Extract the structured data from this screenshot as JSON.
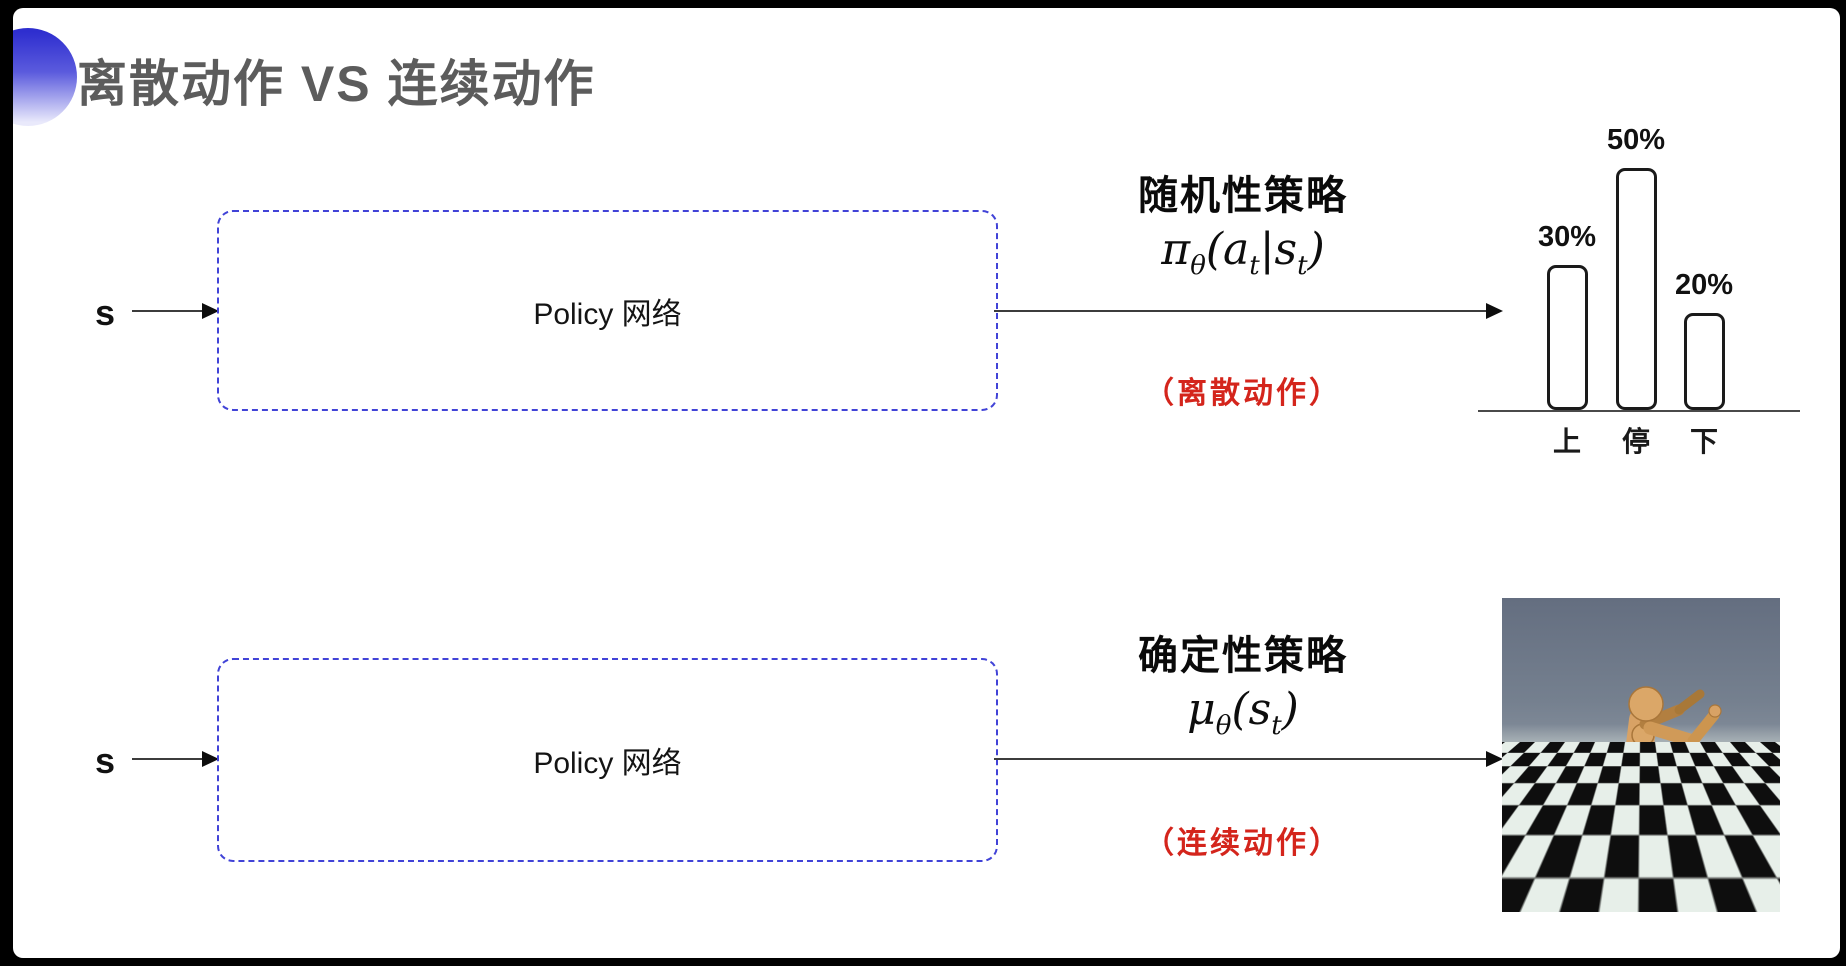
{
  "slide": {
    "title": "离散动作 VS 连续动作"
  },
  "rows": {
    "stochastic": {
      "input_label": "s",
      "box_label": "Policy 网络",
      "policy_title": "随机性策略",
      "formula": {
        "base1": "π",
        "sub1": "θ",
        "base2": "(a",
        "sub2": "t",
        "base3": "|s",
        "sub3": "t",
        "base4": ")"
      },
      "action_type": "（离散动作）"
    },
    "deterministic": {
      "input_label": "s",
      "box_label": "Policy 网络",
      "policy_title": "确定性策略",
      "formula": {
        "base1": "μ",
        "sub1": "θ",
        "base2": "(s",
        "sub2": "t",
        "base3": ")"
      },
      "action_type": "（连续动作）"
    }
  },
  "chart_data": {
    "type": "bar",
    "categories": [
      "上",
      "停",
      "下"
    ],
    "values": [
      30,
      50,
      20
    ],
    "value_labels": [
      "30%",
      "50%",
      "20%"
    ],
    "title": "",
    "xlabel": "",
    "ylabel": "",
    "ylim": [
      0,
      60
    ],
    "grid": false,
    "legend": false,
    "bar_style": "white fill, black rounded outline",
    "note": "action probability distribution over discrete actions"
  },
  "colors": {
    "accent_blue_box_border": "#4143d7",
    "red_action_text": "#d4251c",
    "title_gray": "#5c5c5c",
    "dot_gradient_top": "#2e2ecf",
    "sky_gray_blue": "#6d7787",
    "humanoid_tan": "#d8a265"
  }
}
